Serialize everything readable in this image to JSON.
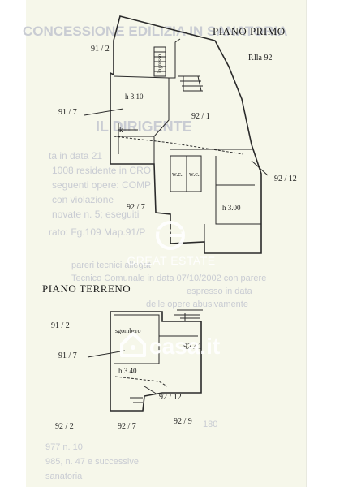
{
  "floors": {
    "upper": {
      "title": "PIANO PRIMO",
      "parcel_note": "P.lla 92",
      "labels": {
        "n91_2": "91 / 2",
        "n91_7": "91 / 7",
        "n92_1": "92 / 1",
        "n92_12": "92 / 12",
        "n92_7": "92 / 7",
        "ingresso": "ingresso",
        "h310": "h 3.10",
        "h300": "h 3.00",
        "k": "k",
        "wc1": "w.c.",
        "wc2": "w.c."
      }
    },
    "ground": {
      "title": "PIANO TERRENO",
      "labels": {
        "n91_2": "91 / 2",
        "n91_7": "91 / 7",
        "n92_1": "92 / 1",
        "n92_12": "92 / 12",
        "n92_2": "92 / 2",
        "n92_7": "92 / 7",
        "n92_9": "92 / 9",
        "sgombero": "sgombero",
        "h340": "h 3.40"
      }
    }
  },
  "watermarks": {
    "brand": "GREAT ESTATE",
    "portal": "casa.it"
  },
  "background_text": {
    "heading": "CONCESSIONE EDILIZIA IN SANATORIA",
    "subheading": "IL DIRIGENTE",
    "lines": [
      "ta in data 21",
      "1008 residente in CRO",
      "seguenti opere: COMP",
      "con violazione",
      "novate n. 5; eseguiti",
      "rato: Fg.109 Map.91/P"
    ],
    "lower_lines": [
      "pareri tecnici allegat",
      "Tecnico Comunale in data 07/10/2002 con parere",
      "espresso in data",
      "delle opere abusivamente",
      "977 n. 10",
      "985, n. 47 e successive",
      "sanatoria"
    ],
    "numbers": {
      "date_line": "977, n. 10",
      "law_line": "985, n. 47",
      "fragment": "180"
    }
  },
  "colors": {
    "paper": "#f6f7ea",
    "line": "#2a2a2a",
    "faint_text": "#c9ccd3",
    "watermark": "#ffffff"
  }
}
